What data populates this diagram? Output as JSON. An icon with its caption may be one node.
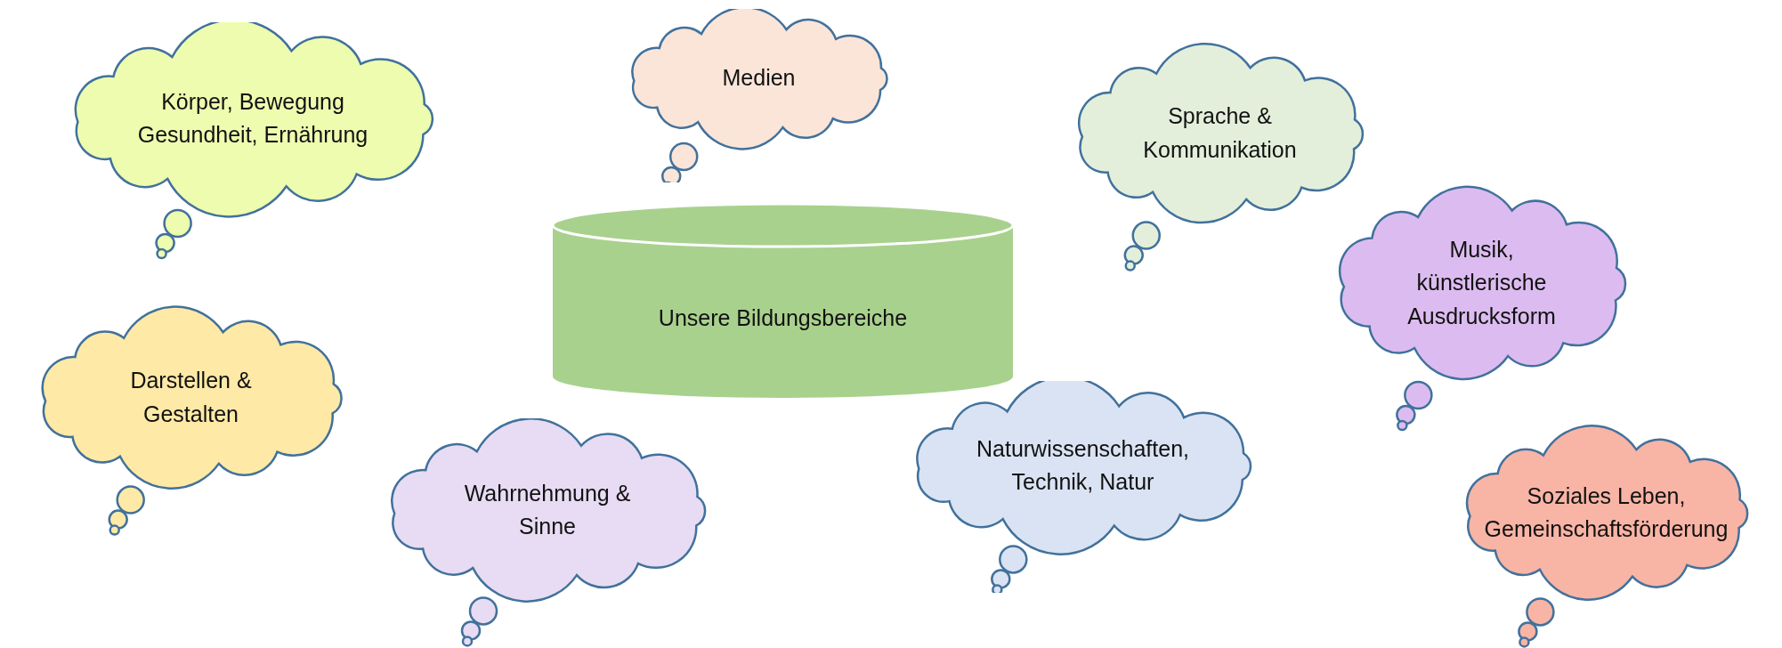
{
  "diagram": {
    "nodes": [
      {
        "text": [
          "Körper, Bewegung Gesundheit, Ernährung"
        ]
      },
      {
        "text": [
          "Medien"
        ]
      },
      {
        "text": [
          "Sprache & Kommunikation"
        ]
      },
      {
        "text": [
          "Unsere Bildungsbereiche"
        ]
      },
      {
        "text": [
          "Musik, künstlerische Ausdrucksform"
        ]
      },
      {
        "text": [
          "Darstellen & Gestalten"
        ]
      },
      {
        "text": [
          "Wahrnehmung & Sinne"
        ]
      },
      {
        "text": [
          "Naturwissenschaften, Technik, Natur"
        ]
      },
      {
        "text": [
          "Soziales Leben, Gemeinschaftsförderung"
        ]
      }
    ]
  }
}
